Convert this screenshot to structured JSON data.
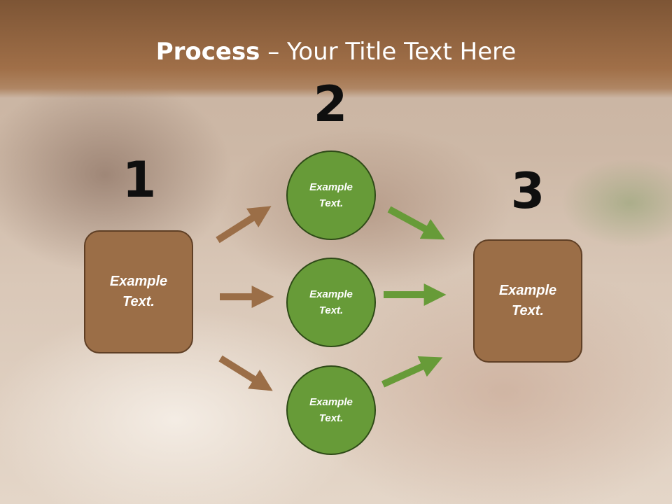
{
  "title": {
    "bold": "Process",
    "rest": " – Your Title Text Here"
  },
  "steps": [
    {
      "number": "1",
      "box_text": "Example\nText."
    },
    {
      "number": "2",
      "circles": [
        "Example\nText.",
        "Example\nText.",
        "Example\nText."
      ]
    },
    {
      "number": "3",
      "box_text": "Example\nText."
    }
  ],
  "colors": {
    "brown": "#9b6e47",
    "green": "#679b38",
    "title_band": "#8c5f3c"
  }
}
